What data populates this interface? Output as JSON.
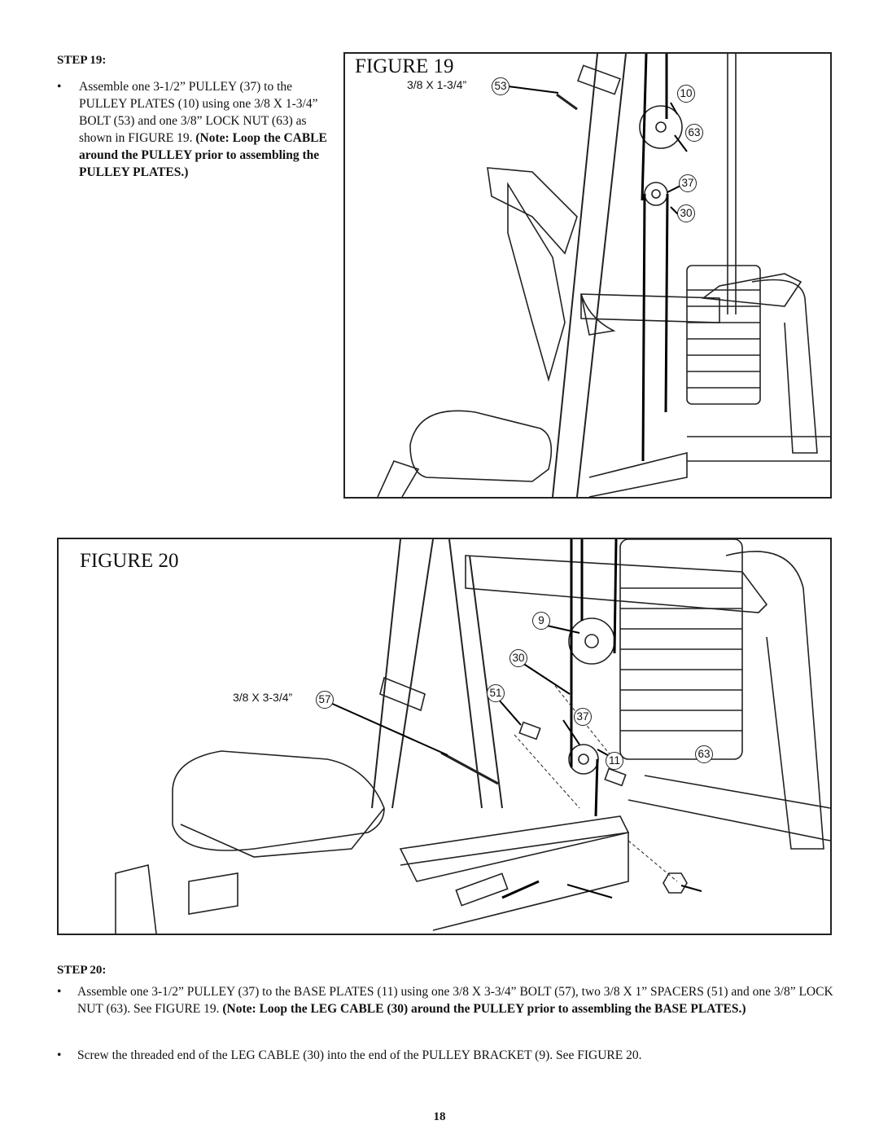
{
  "step19": {
    "heading": "STEP 19:",
    "bullet": "•",
    "text_a": "Assemble one 3-1/2” PULLEY (37) to the PULLEY PLATES (10) using one 3/8 X 1-3/4” BOLT (53) and one 3/8” LOCK NUT (63) as shown in FIGURE 19.",
    "note": "(Note: Loop the CABLE around the PULLEY prior to assembling the PULLEY PLATES.)"
  },
  "figure19": {
    "title": "FIGURE 19",
    "dim_label": "3/8 X 1-3/4”",
    "callouts": [
      "53",
      "10",
      "63",
      "37",
      "30"
    ]
  },
  "figure20": {
    "title": "FIGURE 20",
    "dim_label": "3/8 X 3-3/4”",
    "callouts": [
      "9",
      "30",
      "51",
      "57",
      "37",
      "11",
      "63"
    ]
  },
  "step20": {
    "heading": "STEP 20:",
    "bullet": "•",
    "text_a": "Assemble one 3-1/2” PULLEY (37) to the BASE PLATES (11) using one 3/8 X 3-3/4”  BOLT (57), two 3/8 X 1” SPACERS (51) and one 3/8” LOCK NUT (63). See FIGURE 19.",
    "note": "(Note: Loop the LEG CABLE (30) around the PULLEY prior to assembling the BASE PLATES.)",
    "text_b": "Screw the threaded end of the LEG CABLE (30)  into the end of the PULLEY BRACKET (9). See FIGURE 20."
  },
  "page_number": "18"
}
